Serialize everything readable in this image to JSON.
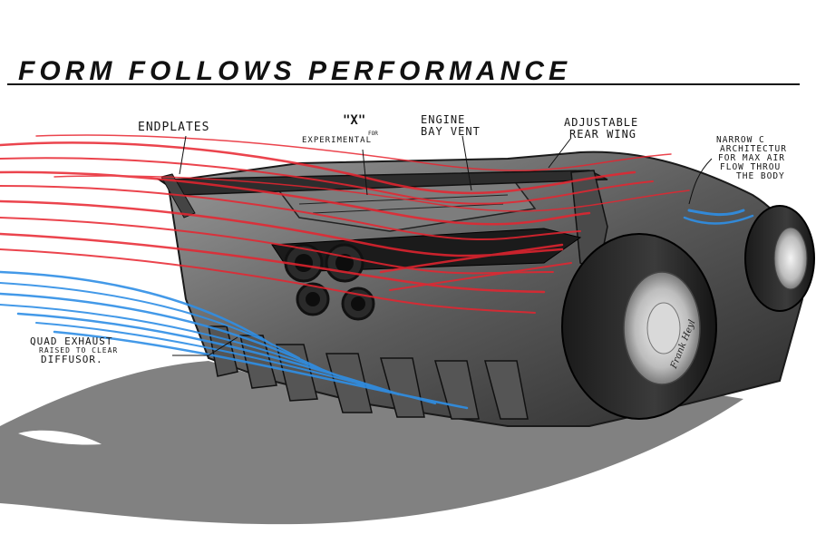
{
  "title": "FORM FOLLOWS PERFORMANCE",
  "annotations": {
    "endplates": "ENDPLATES",
    "x_mark": "\"X\"",
    "x_for": "FOR",
    "x_experimental": "EXPERIMENTAL",
    "engine_line1": "ENGINE",
    "engine_line2": "BAY VENT",
    "wing_line1": "ADJUSTABLE",
    "wing_line2": "REAR WING",
    "narrow_line1": "NARROW C",
    "narrow_line2": "ARCHITECTUR",
    "narrow_line3": "FOR MAX AIR",
    "narrow_line4": "FLOW THROU",
    "narrow_line5": "THE BODY",
    "exhaust_line1": "QUAD EXHAUST",
    "exhaust_line2": "RAISED TO CLEAR",
    "exhaust_line3": "DIFFUSOR."
  },
  "signature": "Frank Heyl",
  "colors": {
    "hot_airflow": "#e8242f",
    "cool_airflow": "#2f8fe6",
    "body_shading": "#3a3a3a",
    "ground_shadow": "#5a5a5a"
  }
}
